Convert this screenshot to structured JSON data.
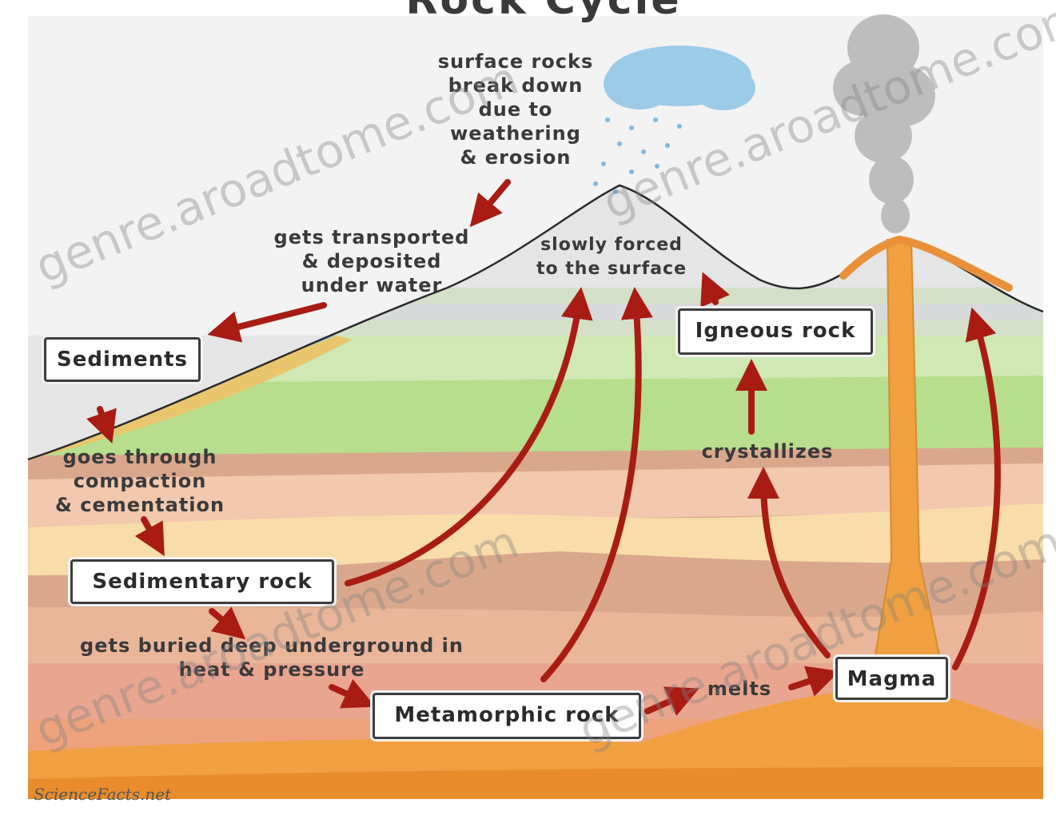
{
  "title": "Rock Cycle",
  "boxes": {
    "sediments": "Sediments",
    "sedimentary_rock": "Sedimentary rock",
    "metamorphic_rock": "Metamorphic rock",
    "igneous_rock": "Igneous rock",
    "magma": "Magma"
  },
  "labels": {
    "weathering": "surface rocks\nbreak down\ndue to\nweathering\n& erosion",
    "transported": "gets transported\n& deposited\nunder water",
    "forced": "slowly forced\nto the surface",
    "compaction": "goes through\ncompaction\n& cementation",
    "buried": "gets buried deep underground in\nheat & pressure",
    "crystallizes": "crystallizes",
    "melts": "melts"
  },
  "watermark": "genre.aroadtome.com",
  "logo": "ScienceFacts.net",
  "colors": {
    "arrow": "#a81c14",
    "water": "#8fd0e6",
    "green": "#b6de8c",
    "magma": "#f0a040",
    "cloud": "#9ccbe8"
  }
}
